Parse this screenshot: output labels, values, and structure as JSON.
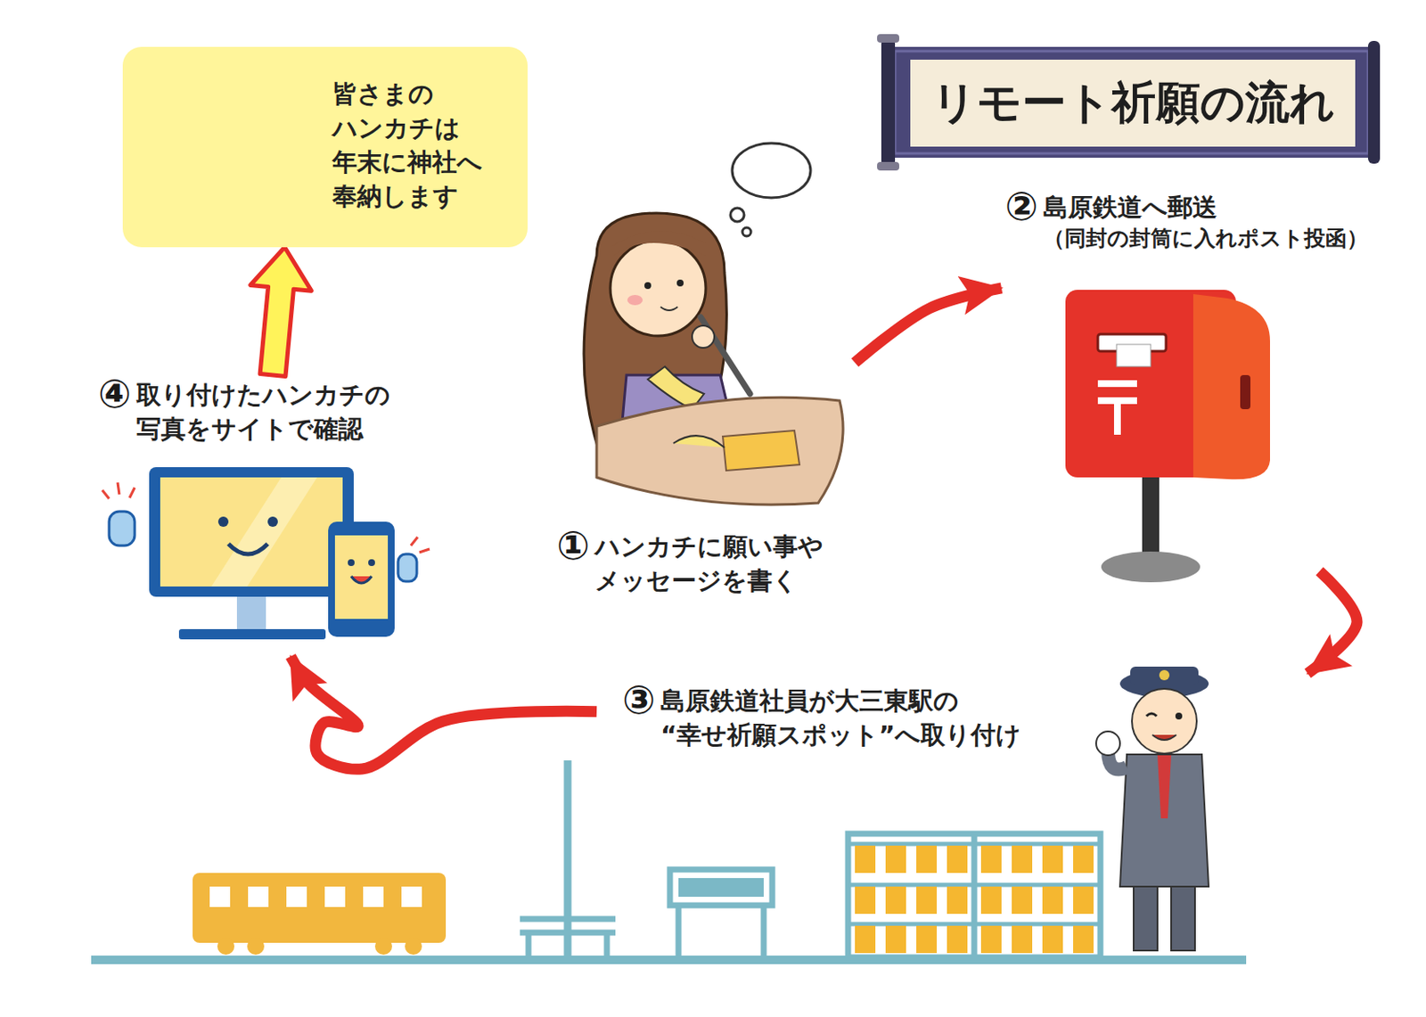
{
  "diagram": {
    "title": "リモート祈願の流れ",
    "nodes": [
      {
        "text": [
          "①",
          "ハンカチに願い事や メッセージを書く"
        ]
      },
      {
        "text": [
          "②",
          "島原鉄道へ郵送",
          "（同封の封筒に入れポスト投函）"
        ]
      },
      {
        "text": [
          "③",
          "島原鉄道社員が大三東駅の “幸せ祈願スポット”へ取り付け"
        ]
      },
      {
        "text": [
          "④",
          "取り付けたハンカチの 写真をサイトで確認"
        ]
      },
      {
        "text": [
          "皆さまの ハンカチは 年末に神社へ 奉納します"
        ]
      }
    ],
    "edges": [
      {
        "from": 0,
        "to": 1,
        "arrow": "to"
      },
      {
        "from": 1,
        "to": 2,
        "arrow": "to"
      },
      {
        "from": 2,
        "to": 3,
        "arrow": "to"
      },
      {
        "from": 3,
        "to": 4,
        "arrow": "to"
      }
    ]
  }
}
